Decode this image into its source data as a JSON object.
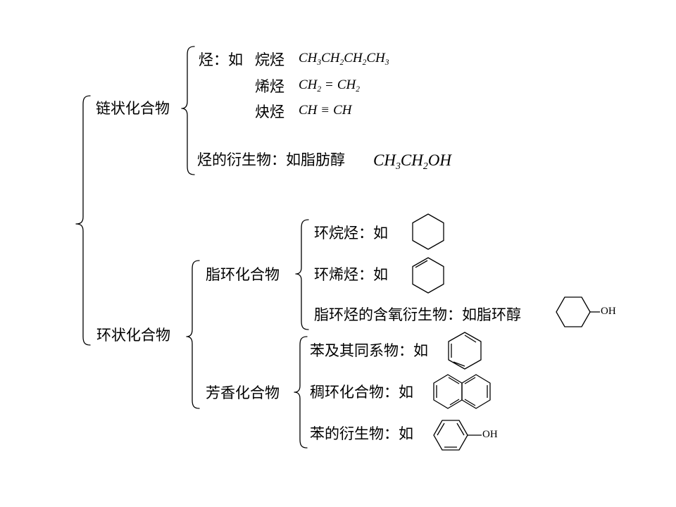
{
  "chain": {
    "title": "链状化合物",
    "hydrocarbon_prefix": "烃：如",
    "alkane_name": "烷烃",
    "alkene_name": "烯烃",
    "alkyne_name": "炔烃",
    "alkene_op": "=",
    "alkyne_op": "≡",
    "derivative_label": "烃的衍生物：如脂肪醇"
  },
  "ring": {
    "title": "环状化合物",
    "alicyclic": {
      "title": "脂环化合物",
      "cycloalkane_label": "环烷烃：如",
      "cycloalkene_label": "环烯烃：如",
      "oxygen_derivative_label": "脂环烃的含氧衍生物：如脂环醇",
      "oh_label": "OH"
    },
    "aromatic": {
      "title": "芳香化合物",
      "benzene_label": "苯及其同系物：如",
      "fused_label": "稠环化合物：如",
      "derivative_label": "苯的衍生物：如",
      "oh_label": "OH"
    }
  }
}
